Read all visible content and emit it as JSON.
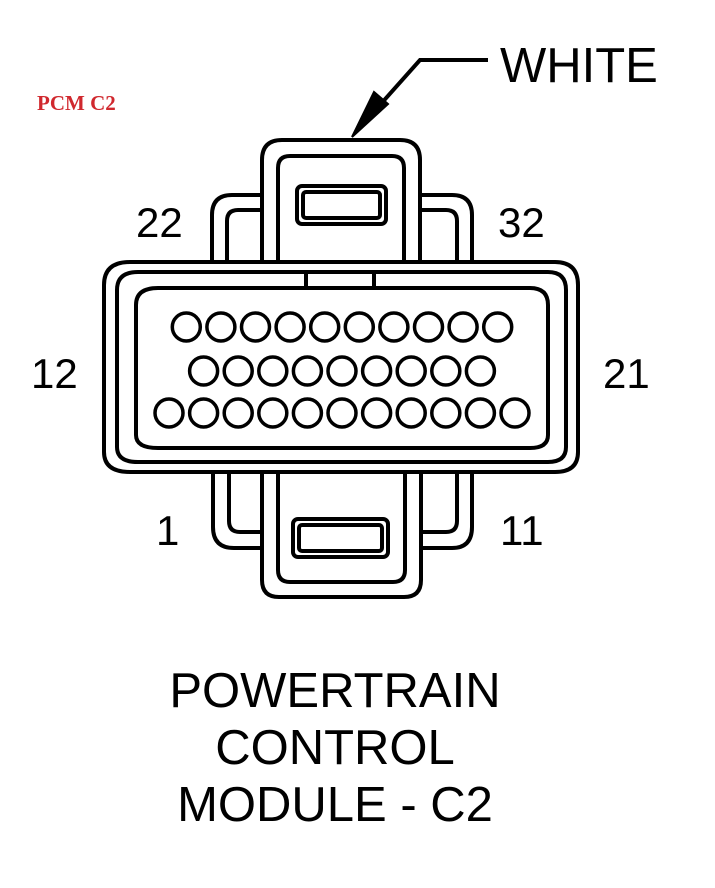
{
  "tag": "PCM C2",
  "color_label": "WHITE",
  "pin_labels": {
    "top_left": "22",
    "top_right": "32",
    "left": "12",
    "right": "21",
    "bottom_left": "1",
    "bottom_right": "11"
  },
  "caption": [
    "POWERTRAIN",
    "CONTROL",
    "MODULE - C2"
  ],
  "pin_rows": [
    10,
    9,
    11
  ],
  "colors": {
    "tag": "#d0282e",
    "line": "#000000"
  }
}
